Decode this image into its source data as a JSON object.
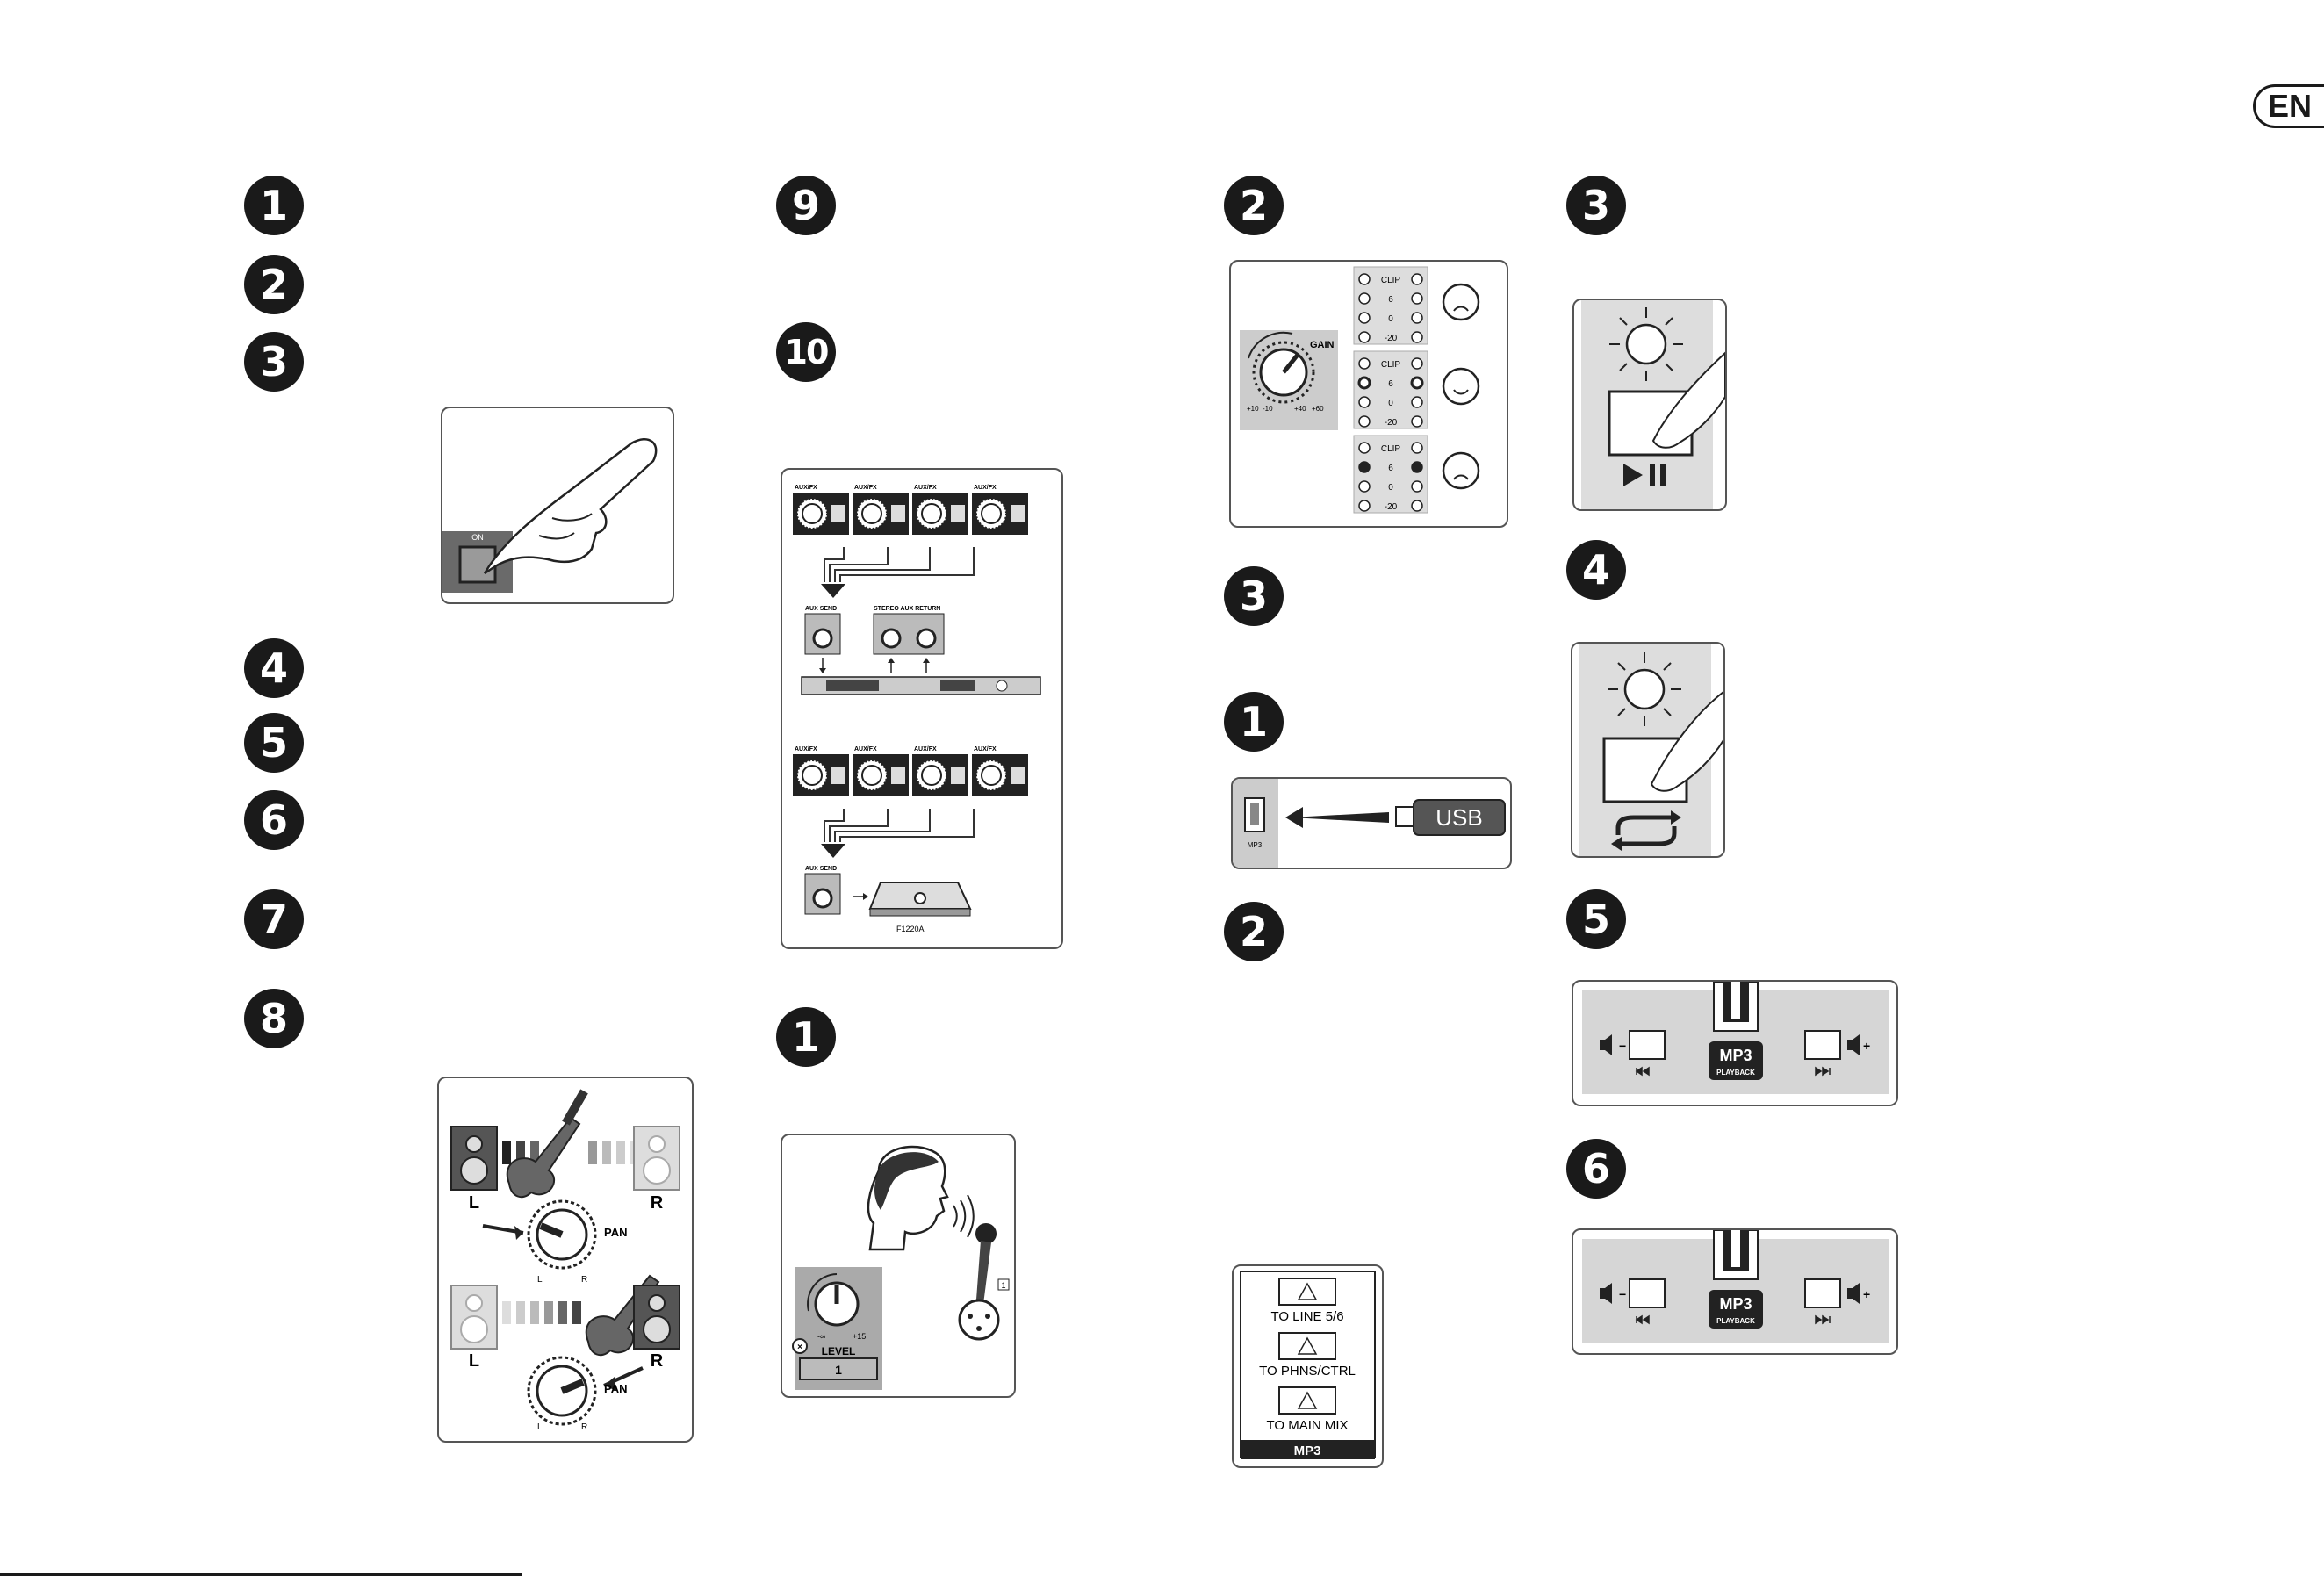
{
  "language_badge": "EN",
  "steps": {
    "c1": [
      "1",
      "2",
      "3",
      "4",
      "5",
      "6",
      "7",
      "8"
    ],
    "c2": [
      "9",
      "10",
      "1"
    ],
    "c3": [
      "2",
      "3",
      "1",
      "2"
    ],
    "c4": [
      "3",
      "4",
      "5",
      "6"
    ]
  },
  "power_panel": {
    "switch_label": "ON"
  },
  "pan_panel": {
    "left": "L",
    "right": "R",
    "knob_label": "PAN",
    "scale_left": "L",
    "scale_right": "R"
  },
  "aux_panel": {
    "knob_label": "AUX/FX",
    "aux_send": "AUX SEND",
    "stereo_aux_return": "STEREO AUX RETURN",
    "amp_model": "F1220A"
  },
  "mic_panel": {
    "level_label": "LEVEL",
    "channel": "1",
    "scale_min": "-∞",
    "scale_max": "+15",
    "mic_badge": "1"
  },
  "gain_panel": {
    "label": "GAIN",
    "scale": [
      "+10",
      "-10",
      "+40",
      "+60"
    ],
    "meter_labels": [
      "CLIP",
      "6",
      "0",
      "-20"
    ]
  },
  "usb_panel": {
    "label": "USB",
    "port_label": "MP3"
  },
  "routing_panel": {
    "buttons": [
      "TO LINE 5/6",
      "TO PHNS/CTRL",
      "TO MAIN MIX"
    ],
    "footer": "MP3"
  },
  "mp3_panel": {
    "logo": "MP3",
    "sub": "PLAYBACK",
    "vol_down": "−",
    "vol_up": "+"
  }
}
